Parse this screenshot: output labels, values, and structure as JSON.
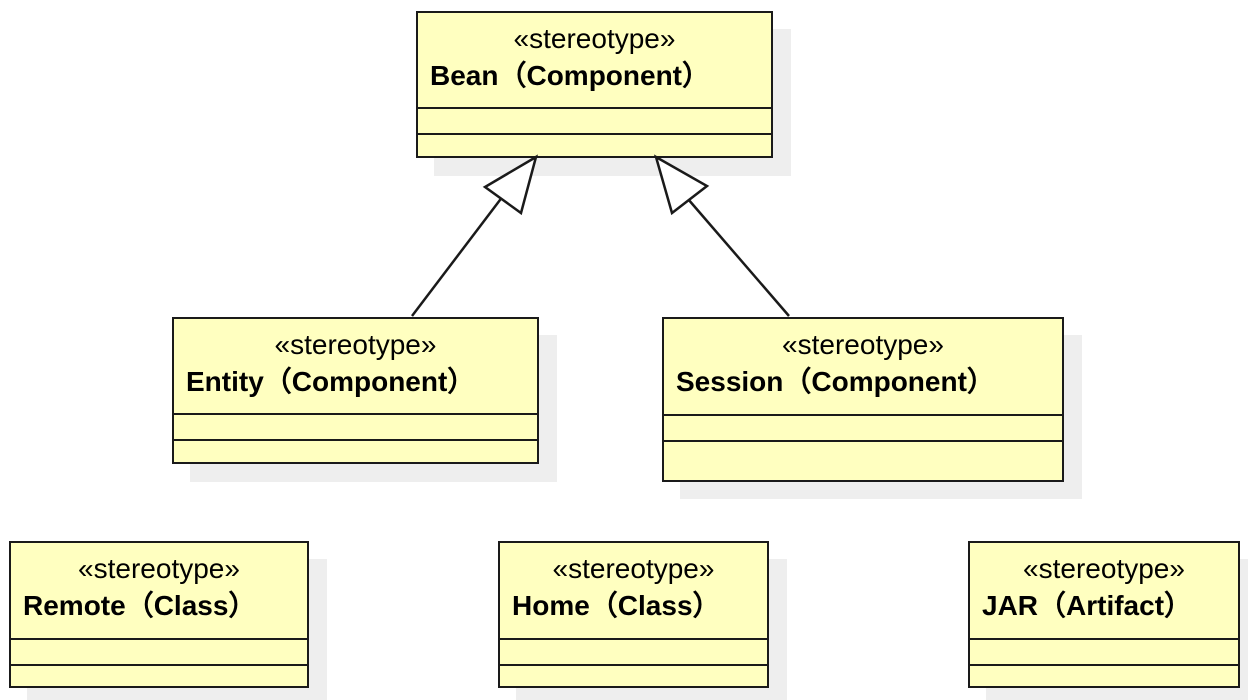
{
  "diagram": {
    "type": "uml-class-diagram",
    "colors": {
      "class_fill": "#ffffc0",
      "border": "#1a1a1a",
      "shadow": "#eeeeee"
    },
    "classes": {
      "bean": {
        "stereotype": "«stereotype»",
        "name": "Bean（Component）"
      },
      "entity": {
        "stereotype": "«stereotype»",
        "name": "Entity（Component）"
      },
      "session": {
        "stereotype": "«stereotype»",
        "name": "Session（Component）"
      },
      "remote": {
        "stereotype": "«stereotype»",
        "name": "Remote（Class）"
      },
      "home": {
        "stereotype": "«stereotype»",
        "name": "Home（Class）"
      },
      "jar": {
        "stereotype": "«stereotype»",
        "name": "JAR（Artifact）"
      }
    },
    "relationships": [
      {
        "type": "generalization",
        "from": "Entity（Component）",
        "to": "Bean（Component）"
      },
      {
        "type": "generalization",
        "from": "Session（Component）",
        "to": "Bean（Component）"
      }
    ]
  }
}
